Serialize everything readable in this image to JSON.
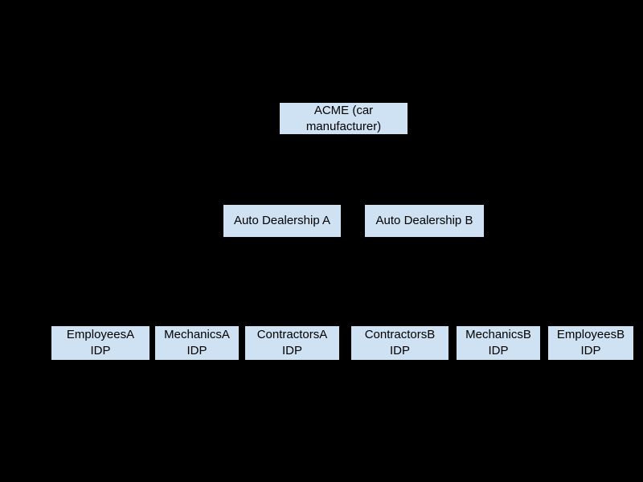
{
  "diagram": {
    "colors": {
      "background": "#000000",
      "node_fill": "#cfe2f3",
      "node_border": "#000000",
      "node_text": "#000000"
    },
    "nodes": {
      "acme": {
        "label": "ACME (car\nmanufacturer)"
      },
      "dealership_a": {
        "label": "Auto Dealership A"
      },
      "dealership_b": {
        "label": "Auto Dealership B"
      },
      "idps": [
        {
          "label": "EmployeesA\nIDP"
        },
        {
          "label": "MechanicsA\nIDP"
        },
        {
          "label": "ContractorsA\nIDP"
        },
        {
          "label": "ContractorsB\nIDP"
        },
        {
          "label": "MechanicsB\nIDP"
        },
        {
          "label": "EmployeesB\nIDP"
        }
      ]
    }
  }
}
